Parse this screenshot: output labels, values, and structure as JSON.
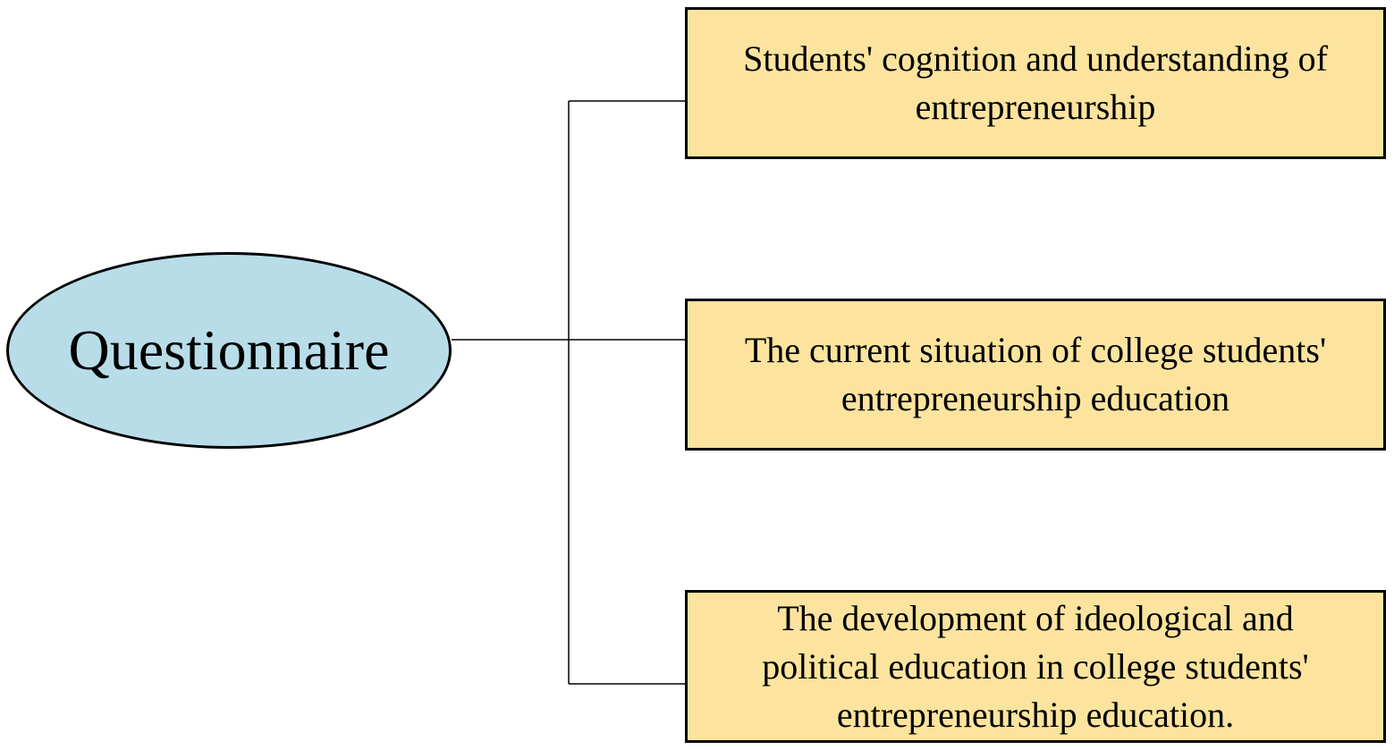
{
  "colors": {
    "root_fill": "#b8dde9",
    "branch_fill": "#fce49e",
    "line": "#000000"
  },
  "root": {
    "label": "Questionnaire"
  },
  "branches": [
    {
      "label": "Students' cognition and understanding of entrepreneurship"
    },
    {
      "label": "The current situation of college students' entrepreneurship education"
    },
    {
      "label": "The development of ideological and political education in college students' entrepreneurship education."
    }
  ]
}
